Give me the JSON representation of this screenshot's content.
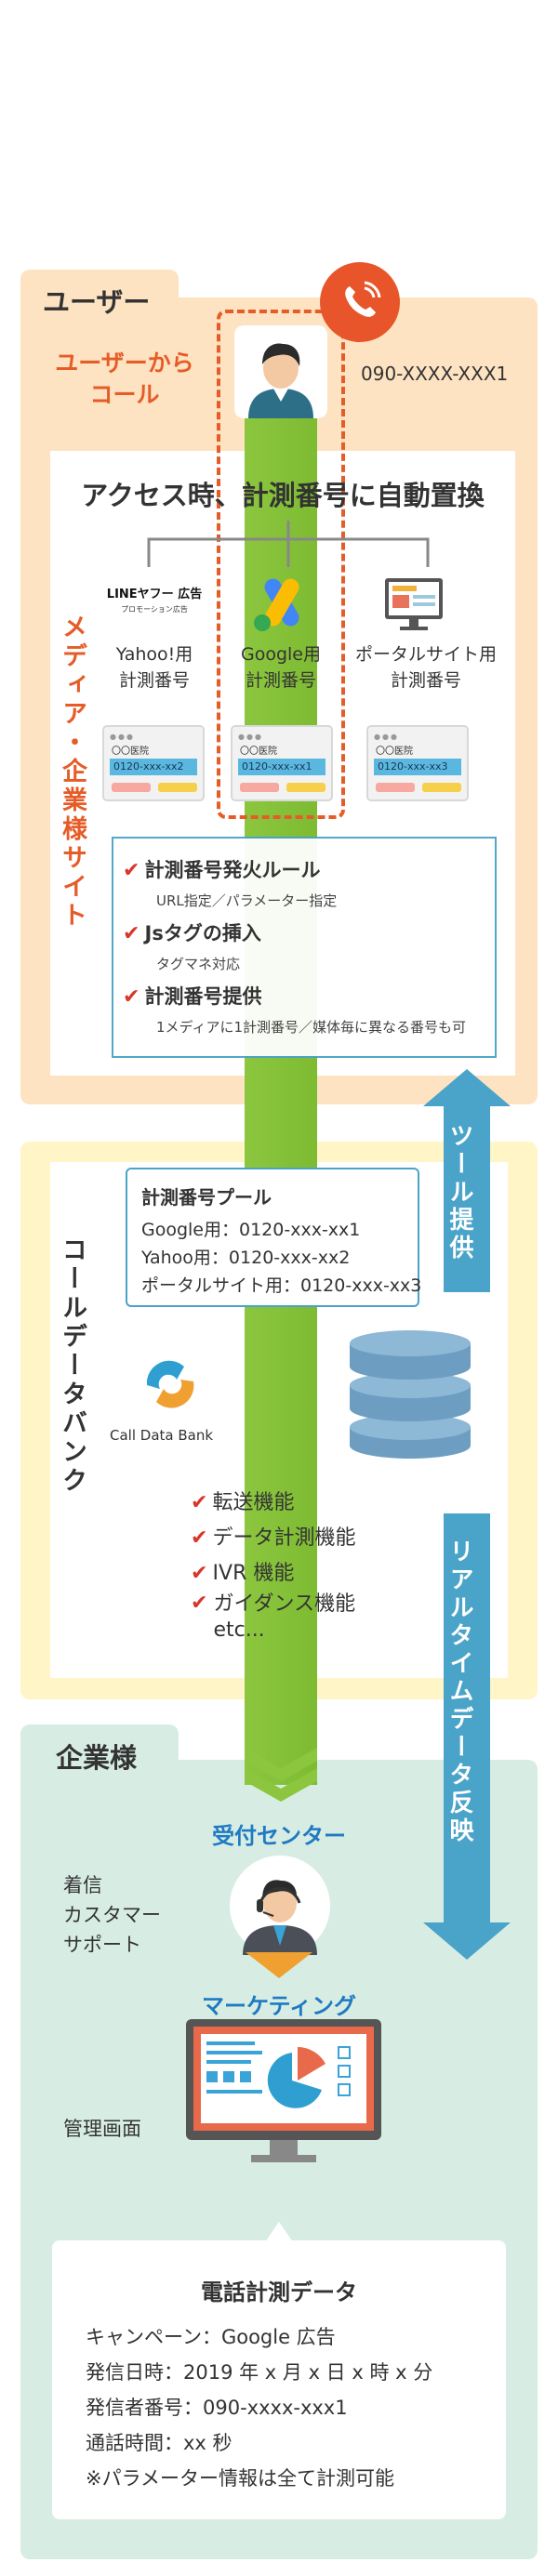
{
  "user_section": {
    "label": "ユーザー",
    "from_user": "ユーザーから\nコール",
    "caller_number": "090-XXXX-XXX1"
  },
  "media": {
    "vertical_label": "メディア・企業様サイト",
    "title": "アクセス時、計測番号に自動置換",
    "columns": [
      {
        "logo_text": "LINEヤフー 広告",
        "logo_sub": "プロモーション広告",
        "label": "Yahoo!用\n計測番号",
        "hospital": "〇〇医院",
        "number": "0120-xxx-xx2"
      },
      {
        "logo_text": "",
        "logo_sub": "",
        "label": "Google用\n計測番号",
        "hospital": "〇〇医院",
        "number": "0120-xxx-xx1"
      },
      {
        "logo_text": "",
        "logo_sub": "",
        "label": "ポータルサイト用\n計測番号",
        "hospital": "〇〇医院",
        "number": "0120-xxx-xx3"
      }
    ],
    "rules": [
      {
        "title": "計測番号発火ルール",
        "sub": "URL指定／パラメーター指定"
      },
      {
        "title": "Jsタグの挿入",
        "sub": "タグマネ対応"
      },
      {
        "title": "計測番号提供",
        "sub": "1メディアに1計測番号／媒体毎に異なる番号も可"
      }
    ]
  },
  "tool_arrow": "ツール提供",
  "realtime_arrow": "リアルタイムデータ反映",
  "cdb": {
    "vertical_label": "コールデータバンク",
    "logo_text": "Call Data Bank",
    "pool_title": "計測番号プール",
    "pool_items": [
      "Google用：0120-xxx-xx1",
      "Yahoo用：0120-xxx-xx2",
      "ポータルサイト用：0120-xxx-xx3"
    ],
    "features": [
      "転送機能",
      "データ計測機能",
      "IVR 機能",
      "ガイダンス機能\netc..."
    ]
  },
  "corp": {
    "label": "企業様",
    "reception": "受付センター",
    "support_label": "着信\nカスタマー\nサポート",
    "marketing": "マーケティング",
    "admin_label": "管理画面",
    "data_title": "電話計測データ",
    "data_lines": [
      "キャンペーン：Google 広告",
      "発信日時：2019 年 x 月 x 日 x 時 x 分",
      "発信者番号：090-xxxx-xxx1",
      "通話時間：xx 秒",
      "※パラメーター情報は全て計測可能"
    ]
  },
  "colors": {
    "orange": "#e65c28",
    "green": "#8cc63f",
    "teal": "#4aa3c8",
    "user_bg": "#fde3c2",
    "cdb_bg": "#fff5c7",
    "corp_bg": "#d7ede4",
    "blue_text": "#1f7ac2"
  },
  "icons": [
    "phone-icon",
    "user-avatar-icon",
    "google-ads-logo-icon",
    "monitor-icon",
    "database-icon",
    "operator-icon",
    "dashboard-icon",
    "checkmark-icon"
  ]
}
